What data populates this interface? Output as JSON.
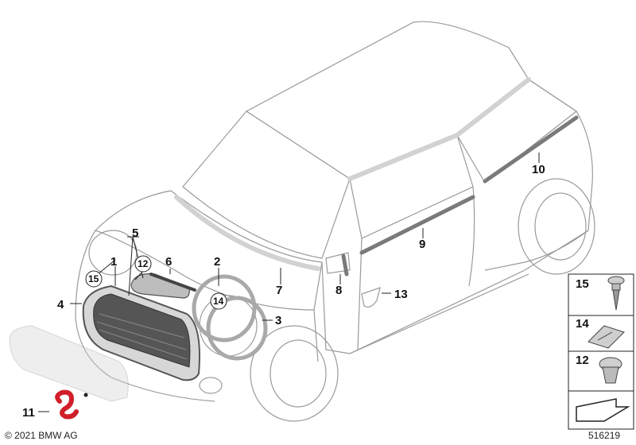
{
  "diagram": {
    "copyright": "© 2021 BMW AG",
    "document_number": "516219",
    "callouts": {
      "c1": "1",
      "c2": "2",
      "c3": "3",
      "c4": "4",
      "c5": "5",
      "c6": "6",
      "c7": "7",
      "c8": "8",
      "c9": "9",
      "c10": "10",
      "c11": "11",
      "c12": "12",
      "c13": "13",
      "c14": "14",
      "c15": "15"
    },
    "legend": {
      "row1": "15",
      "row2": "14",
      "row3": "12"
    },
    "colors": {
      "emblem_red": "#d01f2a",
      "trim_gray": "#7a7a7a",
      "outline_gray": "#9a9a9a"
    }
  }
}
